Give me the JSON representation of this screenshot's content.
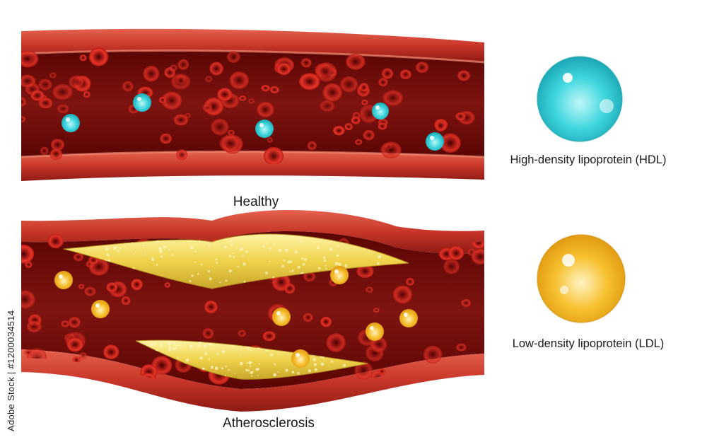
{
  "labels": {
    "healthy": "Healthy",
    "atherosclerosis": "Atherosclerosis",
    "hdl": "High-density lipoprotein (HDL)",
    "ldl": "Low-density lipoprotein (LDL)"
  },
  "watermark": "Adobe Stock | #1200034514",
  "colors": {
    "vessel_wall": "#c8362a",
    "vessel_wall_dark": "#8e1a12",
    "lumen": "#6e0a08",
    "red_cell": "#d8241c",
    "hdl": "#3fd6de",
    "ldl": "#f6c02e",
    "plaque": "#f0d64a"
  }
}
